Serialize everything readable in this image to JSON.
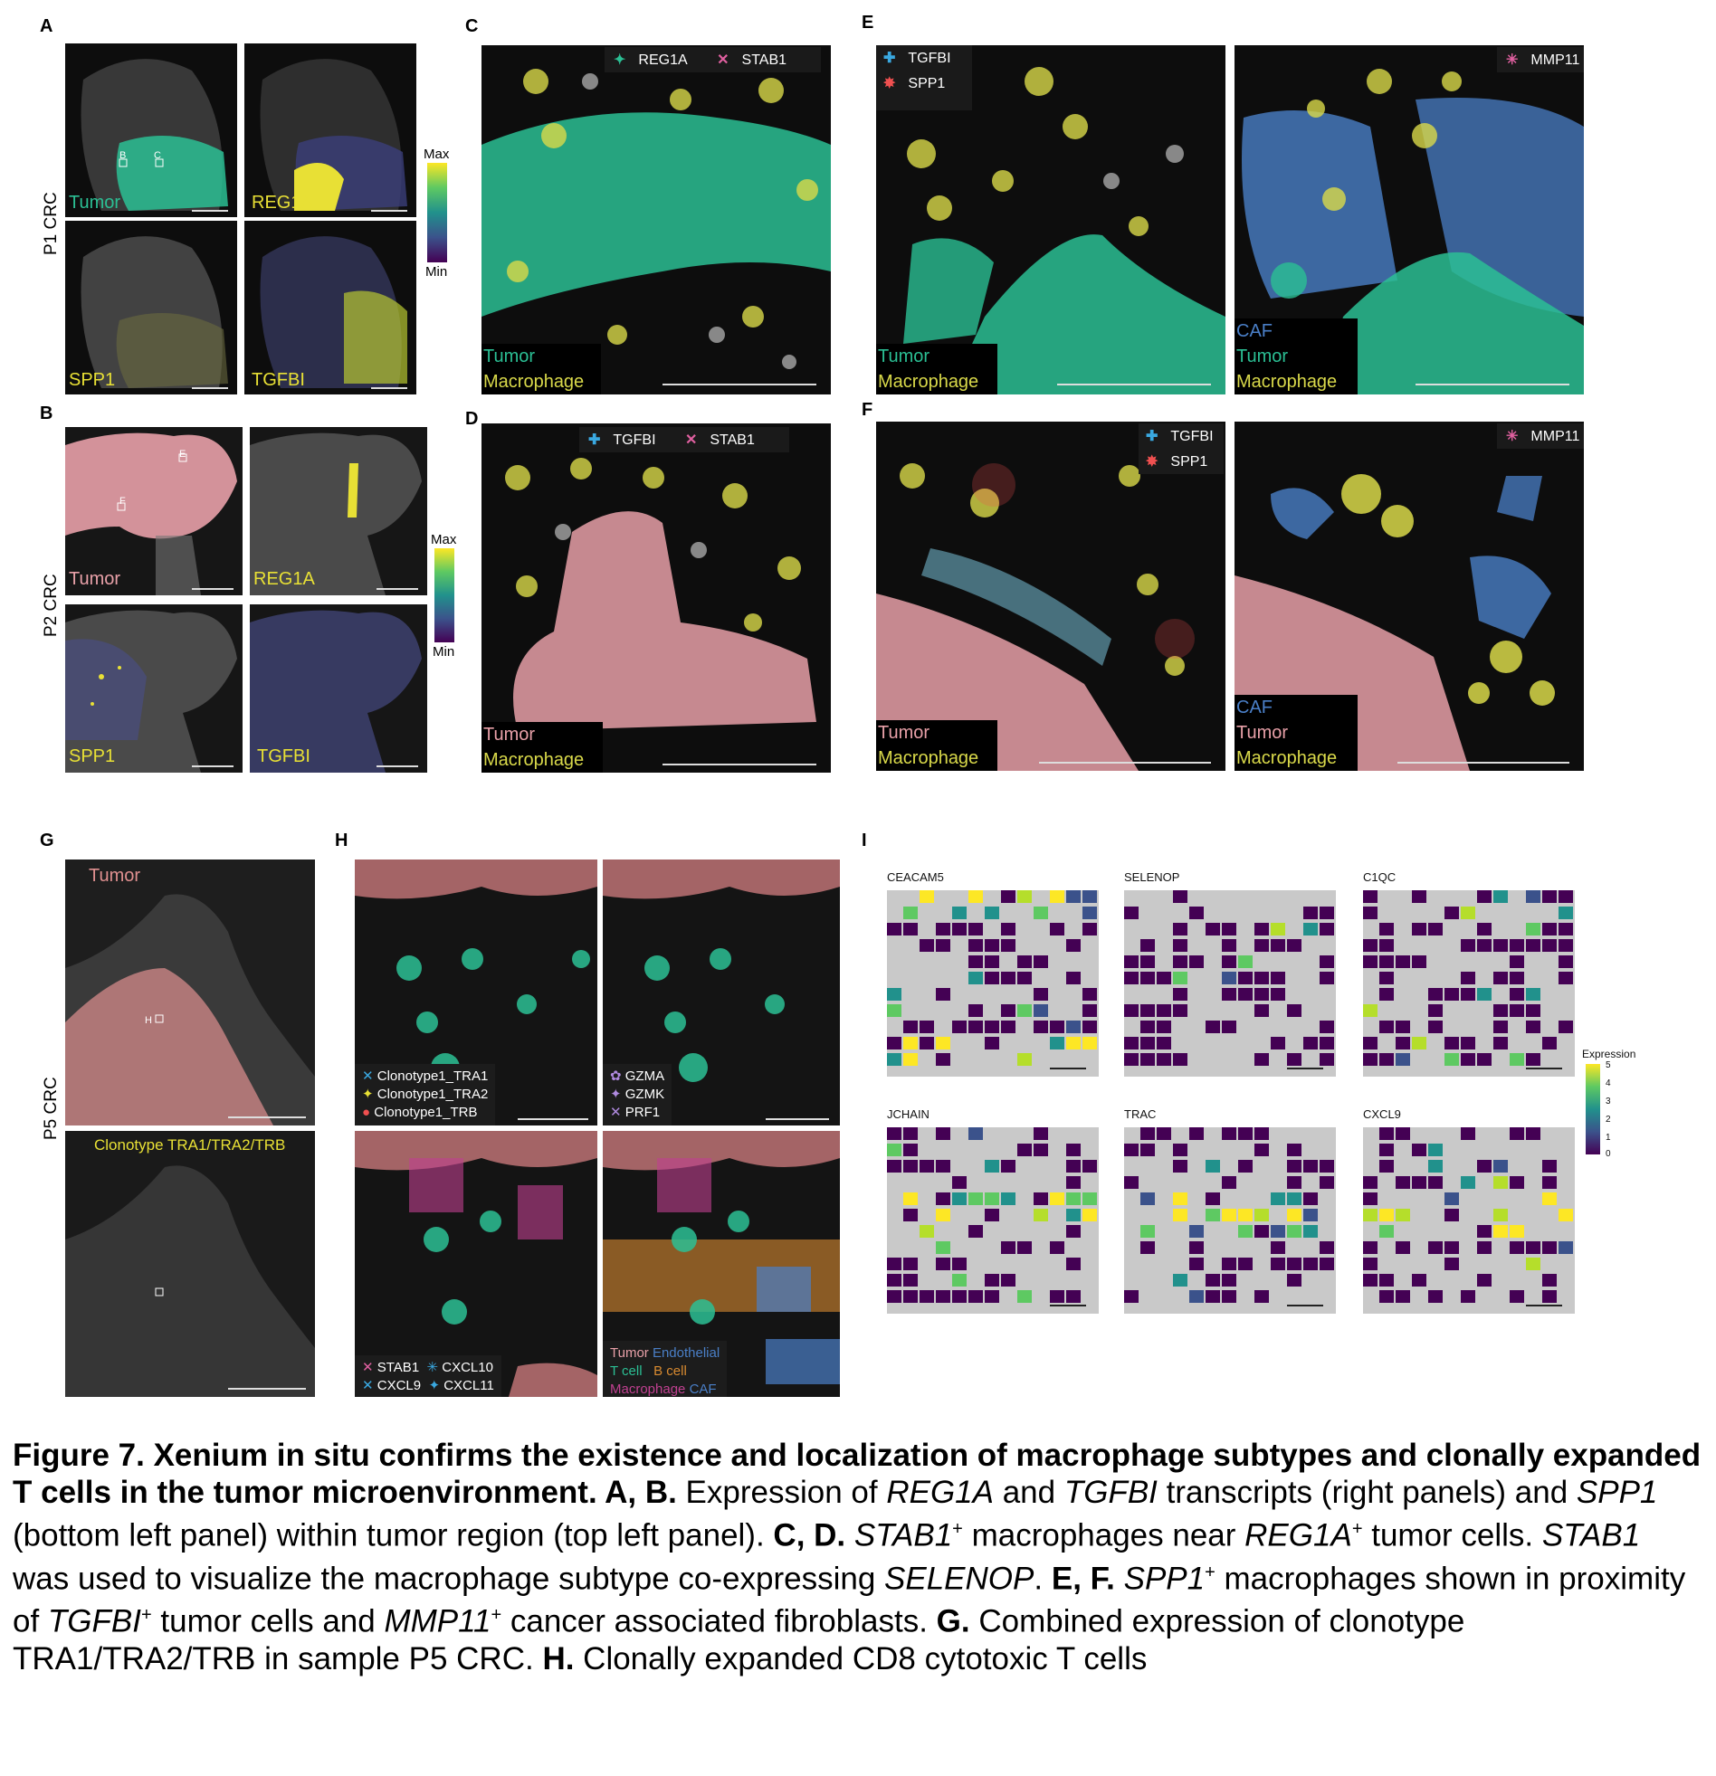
{
  "panel_letters": {
    "A": "A",
    "B": "B",
    "C": "C",
    "D": "D",
    "E": "E",
    "F": "F",
    "G": "G",
    "H": "H",
    "I": "I"
  },
  "side_labels": {
    "p1": "P1 CRC",
    "p2": "P2 CRC",
    "p5": "P5 CRC"
  },
  "colorbar": {
    "max": "Max",
    "min": "Min"
  },
  "panel_a": {
    "tumor": "Tumor",
    "reg1a": "REG1A",
    "spp1": "SPP1",
    "tgfbi": "TGFBI",
    "box_b": "B",
    "box_c": "C"
  },
  "panel_b": {
    "tumor": "Tumor",
    "reg1a": "REG1A",
    "spp1": "SPP1",
    "tgfbi": "TGFBI",
    "box_e": "E",
    "box_f": "F"
  },
  "panel_c": {
    "legend_1": "REG1A",
    "legend_2": "STAB1",
    "tumor": "Tumor",
    "macrophage": "Macrophage"
  },
  "panel_d": {
    "legend_1": "TGFBI",
    "legend_2": "STAB1",
    "tumor": "Tumor",
    "macrophage": "Macrophage"
  },
  "panel_e": {
    "legend_1": "TGFBI",
    "legend_2": "SPP1",
    "legend_3": "MMP11",
    "tumor": "Tumor",
    "macrophage": "Macrophage",
    "caf": "CAF",
    "tumor2": "Tumor",
    "macrophage2": "Macrophage"
  },
  "panel_f": {
    "legend_1": "TGFBI",
    "legend_2": "SPP1",
    "legend_3": "MMP11",
    "tumor": "Tumor",
    "macrophage": "Macrophage",
    "caf": "CAF",
    "tumor2": "Tumor",
    "macrophage2": "Macrophage"
  },
  "panel_g": {
    "tumor": "Tumor",
    "clonotype": "Clonotype TRA1/TRA2/TRB",
    "box_h": "H"
  },
  "panel_h": {
    "legend_tl": [
      "Clonotype1_TRA1",
      "Clonotype1_TRA2",
      "Clonotype1_TRB"
    ],
    "legend_tr": [
      "GZMA",
      "GZMK",
      "PRF1"
    ],
    "legend_bl": [
      "STAB1",
      "CXCL10",
      "CXCL9",
      "CXCL11"
    ],
    "legend_br": [
      "Tumor",
      "Endothelial",
      "T cell",
      "B cell",
      "Macrophage",
      "CAF"
    ]
  },
  "panel_i": {
    "genes": [
      "CEACAM5",
      "SELENOP",
      "C1QC",
      "JCHAIN",
      "TRAC",
      "CXCL9"
    ],
    "expression_label": "Expression",
    "ticks": [
      "5",
      "4",
      "3",
      "2",
      "1",
      "0"
    ]
  },
  "colors": {
    "tumor_green": "#2bbf94",
    "tumor_pink": "#e8a0a8",
    "macrophage": "#d9d94a",
    "caf": "#4a7fc7",
    "heat_low": "#440154",
    "heat_high": "#fde725"
  },
  "caption": {
    "s1": "Figure 7. Xenium in situ confirms the existence and localization of macrophage subtypes and clonally expanded T cells in the tumor microenvironment. A, B.",
    "s2": " Expression of ",
    "g1": "REG1A",
    "s3": " and ",
    "g2": "TGFBI",
    "s4": " transcripts (right panels) and ",
    "g3": "SPP1",
    "s5": " (bottom left panel) within tumor region (top left panel). ",
    "b2": "C, D.",
    "s6": " ",
    "g4": "STAB1",
    "sup1": "+",
    "s7": " macrophages near ",
    "g5": "REG1A",
    "sup2": "+",
    "s8": " tumor cells. ",
    "g6": "STAB1",
    "s9": " was used to visualize the macrophage subtype co-expressing ",
    "g7": "SELENOP",
    "s10": ". ",
    "b3": "E, F.",
    "s11": " ",
    "g8": "SPP1",
    "sup3": "+",
    "s12": " macrophages shown in proximity of ",
    "g9": "TGFBI",
    "sup4": "+",
    "s13": " tumor cells and ",
    "g10": "MMP11",
    "sup5": "+",
    "s14": " cancer associated fibroblasts. ",
    "b4": "G.",
    "s15": " Combined expression of clonotype TRA1/TRA2/TRB in sample P5 CRC. ",
    "b5": "H.",
    "s16": " Clonally expanded CD8 cytotoxic T cells"
  }
}
